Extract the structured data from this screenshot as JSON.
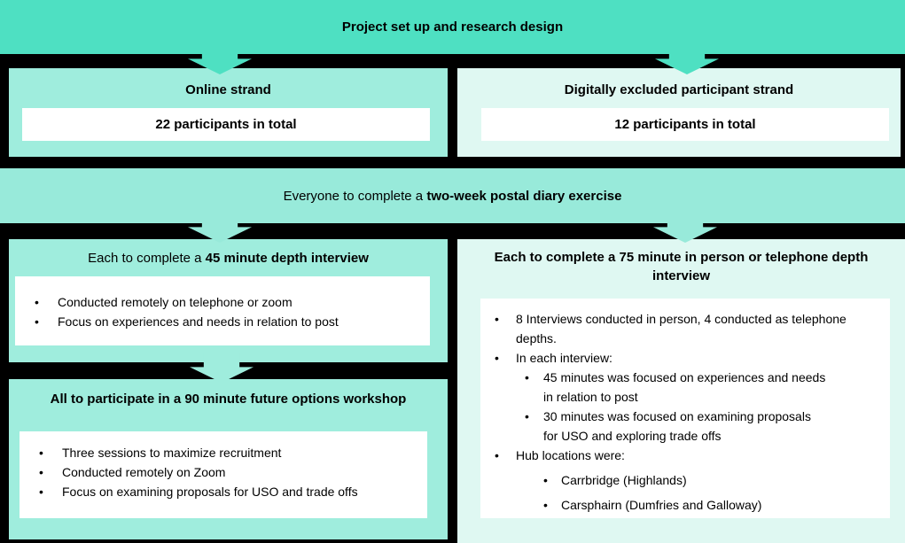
{
  "colors": {
    "page_background": "#000000",
    "top_banner": "#4ee0c2",
    "teal_box": "#9feddd",
    "mid_banner": "#98eada",
    "mint_box": "#dff8f2",
    "card": "#ffffff",
    "text": "#000000"
  },
  "top_banner": {
    "title": "Project set up and research design"
  },
  "online_strand": {
    "title": "Online strand",
    "participants": "22 participants in total"
  },
  "excluded_strand": {
    "title": "Digitally excluded participant strand",
    "participants": "12 participants in total"
  },
  "diary_banner": {
    "text_regular": "Everyone to complete a ",
    "text_bold": "two-week postal diary exercise"
  },
  "depth_interview_45": {
    "heading_regular": "Each to complete a ",
    "heading_bold": "45 minute depth interview",
    "bullets": [
      "Conducted remotely on telephone or zoom",
      "Focus on experiences and needs in relation to post"
    ]
  },
  "workshop_90": {
    "heading": "All to participate in a 90 minute future options workshop",
    "bullets": [
      "Three sessions to maximize recruitment",
      "Conducted remotely on Zoom",
      "Focus on examining proposals for USO and trade offs"
    ]
  },
  "depth_interview_75": {
    "heading": "Each to complete a 75 minute in person or telephone depth interview",
    "bullets": [
      {
        "level": 1,
        "text": "8 Interviews conducted in person, 4 conducted as telephone depths."
      },
      {
        "level": 1,
        "text": "In each interview:"
      },
      {
        "level": 2,
        "text": "45 minutes was focused on experiences and needs in relation to post"
      },
      {
        "level": 2,
        "text": "30 minutes was focused on examining proposals for USO and exploring trade offs"
      },
      {
        "level": 1,
        "text": "Hub locations were:"
      },
      {
        "level": 3,
        "text": "Carrbridge (Highlands)"
      },
      {
        "level": 3,
        "text": "Carsphairn (Dumfries and Galloway)"
      }
    ]
  }
}
